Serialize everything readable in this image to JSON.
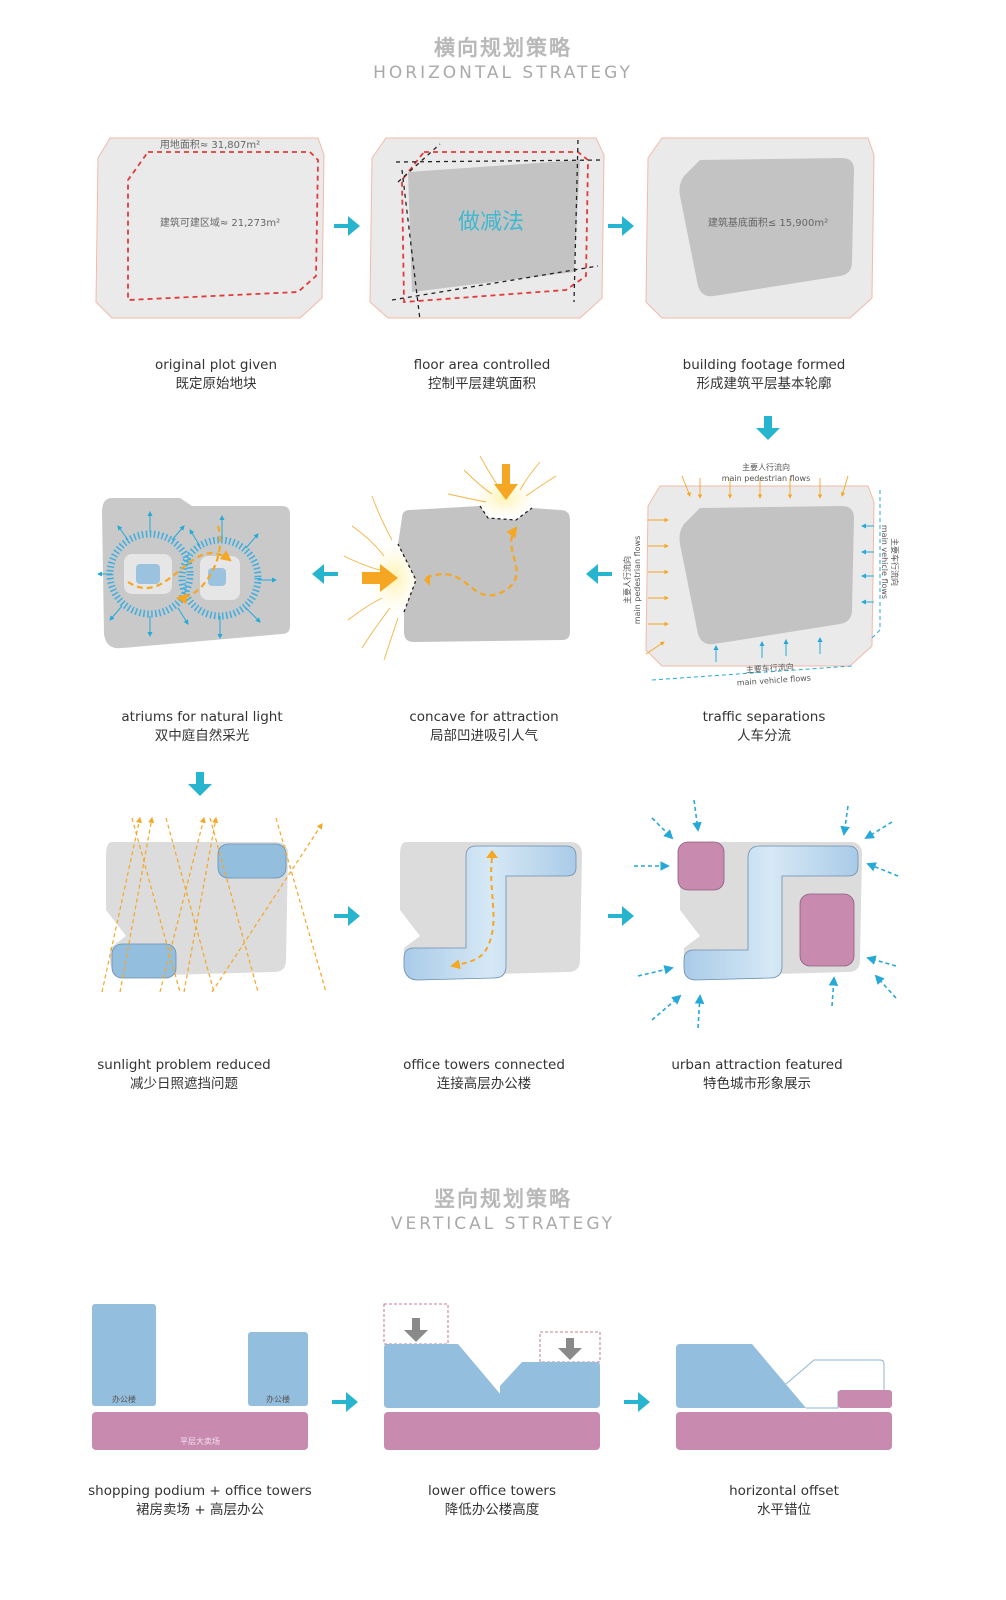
{
  "sections": {
    "horizontal": {
      "cn": "横向规划策略",
      "en": "HORIZONTAL STRATEGY"
    },
    "vertical": {
      "cn": "竖向规划策略",
      "en": "VERTICAL STRATEGY"
    }
  },
  "captions": [
    {
      "en": "original plot given",
      "cn": "既定原始地块"
    },
    {
      "en": "floor area controlled",
      "cn": "控制平层建筑面积"
    },
    {
      "en": "building footage formed",
      "cn": "形成建筑平层基本轮廓"
    },
    {
      "en": "atriums for natural light",
      "cn": "双中庭自然采光"
    },
    {
      "en": "concave for attraction",
      "cn": "局部凹进吸引人气"
    },
    {
      "en": "traffic separations",
      "cn": "人车分流"
    },
    {
      "en": "sunlight problem reduced",
      "cn": "减少日照遮挡问题"
    },
    {
      "en": "office towers connected",
      "cn": "连接高层办公楼"
    },
    {
      "en": "urban attraction featured",
      "cn": "特色城市形象展示"
    },
    {
      "en": "shopping podium + office towers",
      "cn": "裙房卖场 + 高层办公"
    },
    {
      "en": "lower office towers",
      "cn": "降低办公楼高度"
    },
    {
      "en": "horizontal offset",
      "cn": "水平错位"
    }
  ],
  "labels": {
    "plot_area": "用地面积≈ 31,807m²",
    "buildable_area": "建筑可建区域≈ 21,273m²",
    "subtraction": "做减法",
    "footprint_area": "建筑基底面积≤ 15,900m²",
    "ped_cn": "主要人行流向",
    "ped_en": "main pedestrian flows",
    "veh_cn": "主要车行流向",
    "veh_en": "main vehicle flows",
    "office": "办公楼",
    "podium": "平层大卖场"
  },
  "colors": {
    "accent": "#27b4cf",
    "orange": "#f5a623",
    "blue_tower": "#94bedd",
    "pink_podium": "#c98ab0",
    "plot_gray": "#eaeaea",
    "build_gray": "#c3c3c3",
    "red_dash": "#e23b3b"
  }
}
